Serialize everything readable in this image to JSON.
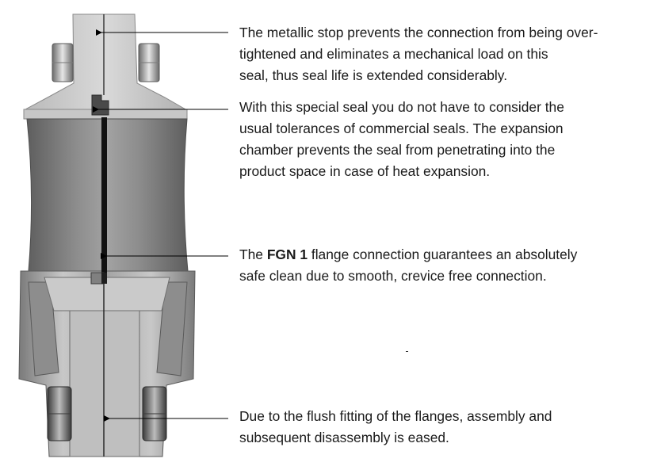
{
  "callouts": [
    {
      "id": "metallic-stop",
      "lines": [
        "The metallic stop prevents the connection from being over-",
        "tightened and eliminates a mechanical load on this",
        "seal, thus seal life is extended considerably."
      ]
    },
    {
      "id": "special-seal",
      "lines": [
        "With this special seal you do not have to consider the",
        "usual tolerances of commercial seals. The expansion",
        "chamber prevents the seal from penetrating into the",
        "product space in case of heat expansion."
      ]
    },
    {
      "id": "fgn1-connection",
      "line1_pre": "The ",
      "line1_bold": "FGN 1",
      "line1_post": " flange connection guarantees an absolutely",
      "line2": "safe clean due to smooth, crevice free connection."
    },
    {
      "id": "flush-fitting",
      "lines": [
        "Due to the flush fitting of the flanges, assembly and",
        "subsequent disassembly is eased."
      ]
    }
  ],
  "colors": {
    "text": "#1a1a1a",
    "arrow": "#000000",
    "metal_light": "#d2d2d2",
    "metal_mid": "#a8a8a8",
    "metal_dark": "#6e6e6e",
    "seal": "#111111"
  }
}
